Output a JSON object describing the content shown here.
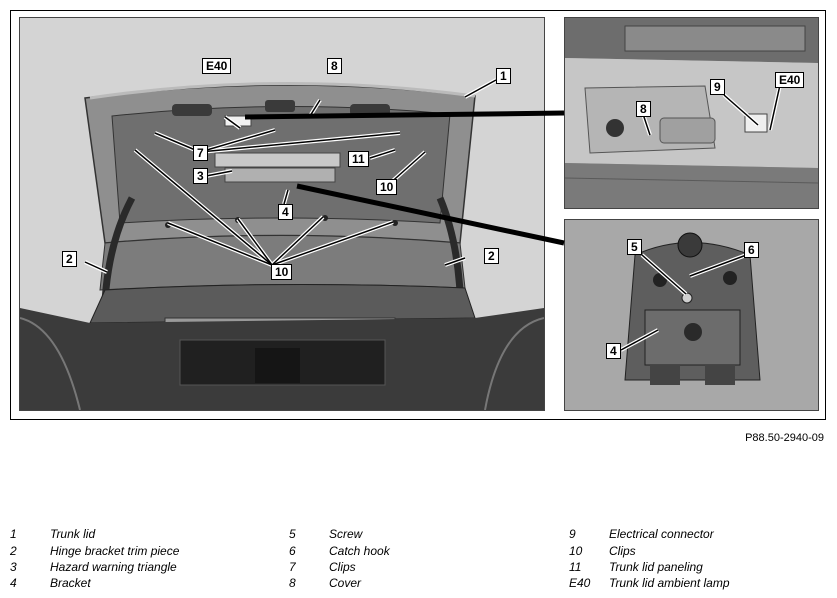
{
  "figure_id": "P88.50-2940-09",
  "callouts": {
    "main": [
      "E40",
      "8",
      "1",
      "7",
      "11",
      "3",
      "10",
      "4",
      "2",
      "2",
      "10"
    ],
    "top_inset": [
      "9",
      "E40",
      "8"
    ],
    "bottom_inset": [
      "5",
      "6",
      "4"
    ]
  },
  "legend": [
    {
      "num": "1",
      "text": "Trunk lid"
    },
    {
      "num": "2",
      "text": "Hinge bracket trim piece"
    },
    {
      "num": "3",
      "text": "Hazard warning triangle"
    },
    {
      "num": "4",
      "text": "Bracket"
    },
    {
      "num": "5",
      "text": "Screw"
    },
    {
      "num": "6",
      "text": "Catch hook"
    },
    {
      "num": "7",
      "text": "Clips"
    },
    {
      "num": "8",
      "text": "Cover"
    },
    {
      "num": "9",
      "text": "Electrical connector"
    },
    {
      "num": "10",
      "text": "Clips"
    },
    {
      "num": "11",
      "text": "Trunk lid paneling"
    },
    {
      "num": "E40",
      "text": "Trunk lid ambient lamp"
    }
  ]
}
